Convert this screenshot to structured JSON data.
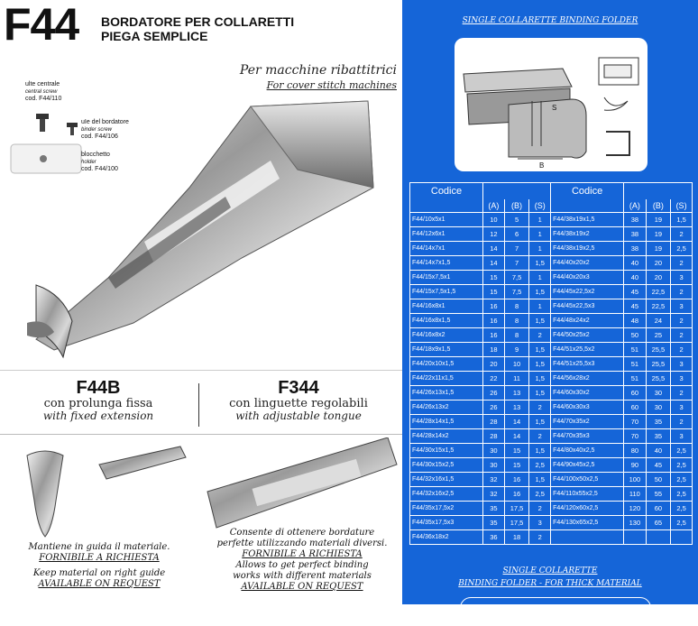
{
  "header": {
    "code": "F44",
    "title_line1": "BORDATORE PER COLLARETTI",
    "title_line2": "PIEGA SEMPLICE"
  },
  "machines": {
    "it": "Per macchine ribattitrici",
    "en": "For cover stitch machines"
  },
  "parts": [
    {
      "name": "ulte centrale",
      "en": "central screw",
      "code": "cod. F44/110"
    },
    {
      "name": "uIe del bordatore",
      "en": "binder screw",
      "code": "cod. F44/106"
    },
    {
      "name": "blocchetto",
      "en": "holder",
      "code": "cod. F44/100"
    }
  ],
  "variants": [
    {
      "code": "F44B",
      "it": "con prolunga fissa",
      "en": "with fixed extension"
    },
    {
      "code": "F344",
      "it": "con linguette regolabili",
      "en": "with adjustable tongue"
    }
  ],
  "captions": {
    "f44b": [
      "Mantiene in guida il materiale.",
      "FORNIBILE A RICHIESTA",
      "Keep material on right guide",
      "AVAILABLE ON REQUEST"
    ],
    "f344": [
      "Consente di ottenere bordature",
      "perfette utilizzando materiali diversi.",
      "FORNIBILE A RICHIESTA",
      "Allows to get perfect binding",
      "works with different materials",
      "AVAILABLE ON REQUEST"
    ]
  },
  "right": {
    "heading": "SINGLE COLLARETTE BINDING FOLDER",
    "footer_line1": "SINGLE COLLARETTE",
    "footer_line2": "BINDING FOLDER - FOR THICK MATERIAL"
  },
  "table": {
    "header": "Codice",
    "cols": [
      "(A)",
      "(B)",
      "(S)"
    ],
    "left": [
      [
        "F44/10x5x1",
        "10",
        "5",
        "1"
      ],
      [
        "F44/12x6x1",
        "12",
        "6",
        "1"
      ],
      [
        "F44/14x7x1",
        "14",
        "7",
        "1"
      ],
      [
        "F44/14x7x1,5",
        "14",
        "7",
        "1,5"
      ],
      [
        "F44/15x7,5x1",
        "15",
        "7,5",
        "1"
      ],
      [
        "F44/15x7,5x1,5",
        "15",
        "7,5",
        "1,5"
      ],
      [
        "F44/16x8x1",
        "16",
        "8",
        "1"
      ],
      [
        "F44/16x8x1,5",
        "16",
        "8",
        "1,5"
      ],
      [
        "F44/16x8x2",
        "16",
        "8",
        "2"
      ],
      [
        "F44/18x9x1,5",
        "18",
        "9",
        "1,5"
      ],
      [
        "F44/20x10x1,5",
        "20",
        "10",
        "1,5"
      ],
      [
        "F44/22x11x1,5",
        "22",
        "11",
        "1,5"
      ],
      [
        "F44/26x13x1,5",
        "26",
        "13",
        "1,5"
      ],
      [
        "F44/26x13x2",
        "26",
        "13",
        "2"
      ],
      [
        "F44/28x14x1,5",
        "28",
        "14",
        "1,5"
      ],
      [
        "F44/28x14x2",
        "28",
        "14",
        "2"
      ],
      [
        "F44/30x15x1,5",
        "30",
        "15",
        "1,5"
      ],
      [
        "F44/30x15x2,5",
        "30",
        "15",
        "2,5"
      ],
      [
        "F44/32x16x1,5",
        "32",
        "16",
        "1,5"
      ],
      [
        "F44/32x16x2,5",
        "32",
        "16",
        "2,5"
      ],
      [
        "F44/35x17,5x2",
        "35",
        "17,5",
        "2"
      ],
      [
        "F44/35x17,5x3",
        "35",
        "17,5",
        "3"
      ],
      [
        "F44/36x18x2",
        "36",
        "18",
        "2"
      ]
    ],
    "right": [
      [
        "F44/38x19x1,5",
        "38",
        "19",
        "1,5"
      ],
      [
        "F44/38x19x2",
        "38",
        "19",
        "2"
      ],
      [
        "F44/38x19x2,5",
        "38",
        "19",
        "2,5"
      ],
      [
        "F44/40x20x2",
        "40",
        "20",
        "2"
      ],
      [
        "F44/40x20x3",
        "40",
        "20",
        "3"
      ],
      [
        "F44/45x22,5x2",
        "45",
        "22,5",
        "2"
      ],
      [
        "F44/45x22,5x3",
        "45",
        "22,5",
        "3"
      ],
      [
        "F44/48x24x2",
        "48",
        "24",
        "2"
      ],
      [
        "F44/50x25x2",
        "50",
        "25",
        "2"
      ],
      [
        "F44/51x25,5x2",
        "51",
        "25,5",
        "2"
      ],
      [
        "F44/51x25,5x3",
        "51",
        "25,5",
        "3"
      ],
      [
        "F44/56x28x2",
        "51",
        "25,5",
        "3"
      ],
      [
        "F44/60x30x2",
        "60",
        "30",
        "2"
      ],
      [
        "F44/60x30x3",
        "60",
        "30",
        "3"
      ],
      [
        "F44/70x35x2",
        "70",
        "35",
        "2"
      ],
      [
        "F44/70x35x3",
        "70",
        "35",
        "3"
      ],
      [
        "F44/80x40x2,5",
        "80",
        "40",
        "2,5"
      ],
      [
        "F44/90x45x2,5",
        "90",
        "45",
        "2,5"
      ],
      [
        "F44/100x50x2,5",
        "100",
        "50",
        "2,5"
      ],
      [
        "F44/110x55x2,5",
        "110",
        "55",
        "2,5"
      ],
      [
        "F44/120x60x2,5",
        "120",
        "60",
        "2,5"
      ],
      [
        "F44/130x65x2,5",
        "130",
        "65",
        "2,5"
      ],
      [
        "",
        "",
        " ",
        ""
      ]
    ]
  }
}
